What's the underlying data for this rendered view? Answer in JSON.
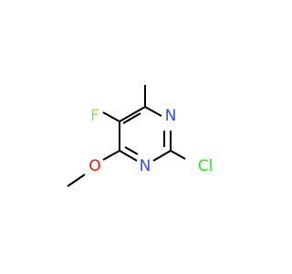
{
  "molecule": {
    "atoms": {
      "fluorine": {
        "label": "F"
      },
      "ring_nitrogen_top": {
        "label": "N"
      },
      "ring_nitrogen_bottom": {
        "label": "N"
      },
      "chlorine": {
        "label": "Cl"
      },
      "oxygen": {
        "label": "O"
      }
    },
    "colors": {
      "bond": "#000000",
      "fluorine": "#90e050",
      "nitrogen": "#3050f8",
      "chlorine": "#1ff01f",
      "oxygen": "#ff0d0d"
    }
  }
}
